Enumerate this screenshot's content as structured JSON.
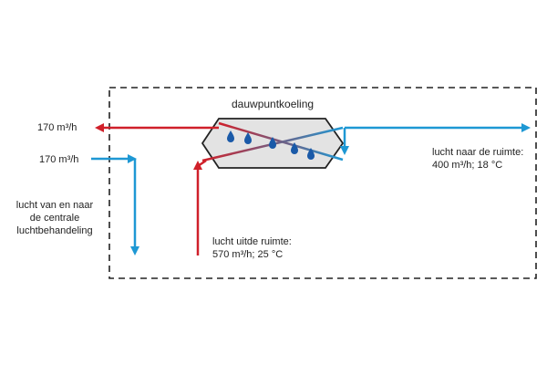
{
  "title": "dauwpuntkoeling",
  "labels": {
    "flow_top": "170 m³/h",
    "flow_second": "170 m³/h",
    "central_line1": "lucht van en naar",
    "central_line2": "de centrale",
    "central_line3": "luchtbehandeling",
    "to_room_line1": "lucht naar de ruimte:",
    "to_room_line2": "400 m³/h; 18 °C",
    "from_room_line1": "lucht uitde ruimte:",
    "from_room_line2": "570 m³/h; 25 °C"
  },
  "colors": {
    "hot": "#d0202a",
    "cold": "#1e98d4",
    "drop": "#1a5aa8",
    "box_fill": "#e3e3e3",
    "outline": "#222222"
  },
  "icons": [
    "water-drop-icon",
    "arrow-icon"
  ]
}
